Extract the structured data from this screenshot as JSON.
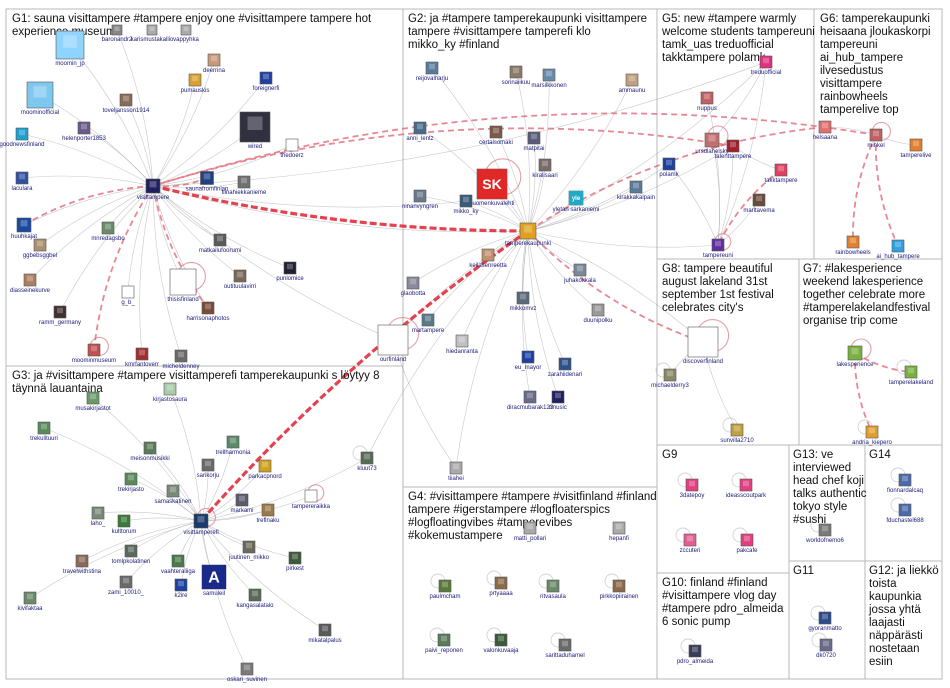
{
  "groups": [
    {
      "id": "G1",
      "lines": [
        "G1: sauna visittampere #tampere enjoy one #visittampere tampere hot",
        "experience museum"
      ]
    },
    {
      "id": "G2",
      "lines": [
        "G2: ja #tampere tamperekaupunki visittampere",
        "tampere #visittampere tamperefi klo",
        "mikko_ky #finland"
      ]
    },
    {
      "id": "G3",
      "lines": [
        "G3: ja #visittampere #tampere visittamperefi tamperekaupunki s löytyy 8",
        "täynnä lauantaina"
      ]
    },
    {
      "id": "G4",
      "lines": [
        "G4: #visittampere #tampere #visitfinland #finland",
        "tampere #igerstampere #logfloaterspics",
        "#logfloatingvibes #tamperevibes",
        "#kokemustampere"
      ]
    },
    {
      "id": "G5",
      "lines": [
        "G5: new #tampere warmly",
        "welcome students tampereuni",
        "tamk_uas treduofficial",
        "takktampere polamk"
      ]
    },
    {
      "id": "G6",
      "lines": [
        "G6: tamperekaupunki",
        "heisaana jloukaskorpi",
        "tampereuni",
        "ai_hub_tampere",
        "ilvesedustus",
        "visittampere",
        "rainbowheels",
        "tamperelive top"
      ]
    },
    {
      "id": "G7",
      "lines": [
        "G7: #lakesperience",
        "weekend lakesperience",
        "together celebrate more",
        "#tamperelakelandfestival",
        "organise trip come"
      ]
    },
    {
      "id": "G8",
      "lines": [
        "G8: tampere beautiful",
        "august lakeland 31st",
        "september 1st festival",
        "celebrates city's"
      ]
    },
    {
      "id": "G9",
      "lines": [
        "G9"
      ]
    },
    {
      "id": "G10",
      "lines": [
        "G10: finland #finland",
        "#visittampere vlog day",
        "#tampere pdro_almeida",
        "6 sonic pump"
      ]
    },
    {
      "id": "G11",
      "lines": [
        "G11"
      ]
    },
    {
      "id": "G12",
      "lines": [
        "G12: ja liekkö",
        "toista",
        "kaupunkia",
        "jossa yhtä",
        "laajasti",
        "näppärästi",
        "nostetaan",
        "esiin"
      ]
    },
    {
      "id": "G13",
      "lines": [
        "G13: ve",
        "interviewed",
        "head chef koji",
        "talks authentic",
        "tokyo style",
        "#sushi"
      ]
    },
    {
      "id": "G14",
      "lines": [
        "G14"
      ]
    }
  ],
  "nodes": [
    {
      "label": "moomin_jp",
      "color": "#8fd3ff"
    },
    {
      "label": "baronandr2",
      "color": "#888888"
    },
    {
      "label": "karismustakallio",
      "color": "#aaaaaa"
    },
    {
      "label": "vappyhka",
      "color": "#aaaaaa"
    },
    {
      "label": "moominofficial",
      "color": "#7ec8f0"
    },
    {
      "label": "toveljansson1914",
      "color": "#8a6a5a"
    },
    {
      "label": "deerrina",
      "color": "#c89a7a"
    },
    {
      "label": "pumauskis",
      "color": "#d9a030"
    },
    {
      "label": "foreignerfi",
      "color": "#2040a0"
    },
    {
      "label": "helenporter1853",
      "color": "#6a5a8a"
    },
    {
      "label": "wired",
      "color": "#303040"
    },
    {
      "label": "goodnewsfinland",
      "color": "#20a0d0"
    },
    {
      "label": "thedoerz",
      "color": "#ffffff"
    },
    {
      "label": "laculara",
      "color": "#3050a0"
    },
    {
      "label": "visittampere",
      "color": "#202060"
    },
    {
      "label": "saunafromfinlan",
      "color": "#204080"
    },
    {
      "label": "tiinahiekkanieme",
      "color": "#707070"
    },
    {
      "label": "huuhkajat",
      "color": "#1a4aa0"
    },
    {
      "label": "mnredagsbo",
      "color": "#6a8a6a"
    },
    {
      "label": "matkailufoorumi",
      "color": "#5a5a5a"
    },
    {
      "label": "punlomice",
      "color": "#202030"
    },
    {
      "label": "ggbebsggbel",
      "color": "#aa9070"
    },
    {
      "label": "diasseinekurve",
      "color": "#aa8060"
    },
    {
      "label": "ramm_germany",
      "color": "#403030"
    },
    {
      "label": "g_b_",
      "color": "#ffffff"
    },
    {
      "label": "thisisfinland",
      "color": "#ffffff"
    },
    {
      "label": "outituulavirri",
      "color": "#7a6a5a"
    },
    {
      "label": "harrisonaphotos",
      "color": "#7a4a3a"
    },
    {
      "label": "moominmuseum",
      "color": "#c05050"
    },
    {
      "label": "kmrfantoverr",
      "color": "#a03030"
    },
    {
      "label": "micheldenney",
      "color": "#6a6a6a"
    },
    {
      "label": "ourfinland",
      "color": "#ffffff"
    },
    {
      "label": "reijovalharju",
      "color": "#5a7a9a"
    },
    {
      "label": "sorinaiikuu",
      "color": "#8a7a6a"
    },
    {
      "label": "marsilkkonen",
      "color": "#6a8aaa"
    },
    {
      "label": "ammaunu",
      "color": "#c0a080"
    },
    {
      "label": "anni_lentz",
      "color": "#4a6a8a"
    },
    {
      "label": "certalsomaki",
      "color": "#7a5a4a"
    },
    {
      "label": "matpitai",
      "color": "#5a5a7a"
    },
    {
      "label": "kiralisaari",
      "color": "#7a6a6a"
    },
    {
      "label": "suomenkuvalehti",
      "color": "#e03030"
    },
    {
      "label": "ninanvyngren",
      "color": "#6a7a8a"
    },
    {
      "label": "mikko_ky",
      "color": "#3a5a7a"
    },
    {
      "label": "yletan sarkaniemi",
      "color": "#20a0c0"
    },
    {
      "label": "kirakkakalpain",
      "color": "#5a7a9a"
    },
    {
      "label": "tamperekaupunki",
      "color": "#e0a020"
    },
    {
      "label": "keilasenreetta",
      "color": "#c09070"
    },
    {
      "label": "juhakokkala",
      "color": "#7a8a9a"
    },
    {
      "label": "glaobotta",
      "color": "#8a8a9a"
    },
    {
      "label": "mikkomvz",
      "color": "#5a6a7a"
    },
    {
      "label": "martampere",
      "color": "#5a7a8a"
    },
    {
      "label": "hiedanranta",
      "color": "#c0c0c0"
    },
    {
      "label": "duunipolku",
      "color": "#9a9a9a"
    },
    {
      "label": "eu_mayor",
      "color": "#2040a0"
    },
    {
      "label": "zarahiidenari",
      "color": "#30508a"
    },
    {
      "label": "diracmubarak123",
      "color": "#6a6a8a"
    },
    {
      "label": "rmusic",
      "color": "#202060"
    },
    {
      "label": "nuppus",
      "color": "#c06060"
    },
    {
      "label": "treduofficial",
      "color": "#e03080"
    },
    {
      "label": "ursulahelsky",
      "color": "#c07070"
    },
    {
      "label": "talenttampere",
      "color": "#a02030"
    },
    {
      "label": "takktampere",
      "color": "#e04060"
    },
    {
      "label": "polamk",
      "color": "#2040a0"
    },
    {
      "label": "marltavema",
      "color": "#6a4a3a"
    },
    {
      "label": "tampereuni",
      "color": "#6030a0"
    },
    {
      "label": "helsaana",
      "color": "#e07070"
    },
    {
      "label": "mihkel",
      "color": "#c06060"
    },
    {
      "label": "tamperelive",
      "color": "#e08030"
    },
    {
      "label": "rainbowheels",
      "color": "#e08030"
    },
    {
      "label": "ai_hub_tampere",
      "color": "#30a0e0"
    },
    {
      "label": "lakesperience",
      "color": "#7ab040"
    },
    {
      "label": "tamperelakeland",
      "color": "#7ab040"
    },
    {
      "label": "discoverfinland",
      "color": "#ffffff"
    },
    {
      "label": "michaelderry3",
      "color": "#8a8a6a"
    },
    {
      "label": "sunvilla2710",
      "color": "#c0a040"
    },
    {
      "label": "andria_kiepero",
      "color": "#e0a030"
    },
    {
      "label": "musakirjastot",
      "color": "#6a9a6a"
    },
    {
      "label": "kirjastosaura",
      "color": "#aaccaa"
    },
    {
      "label": "trekulituuri",
      "color": "#5a8a5a"
    },
    {
      "label": "meisonmusikki",
      "color": "#5a7a5a"
    },
    {
      "label": "trellharmonia",
      "color": "#5a8a6a"
    },
    {
      "label": "sarikorju",
      "color": "#6a6a6a"
    },
    {
      "label": "trekirjasto",
      "color": "#5a8a5a"
    },
    {
      "label": "parkacpnord",
      "color": "#d0a020"
    },
    {
      "label": "samaskatinen",
      "color": "#7a8a7a"
    },
    {
      "label": "tampereraikka",
      "color": "#ffffff"
    },
    {
      "label": "visittamperefi",
      "color": "#1a3a6a"
    },
    {
      "label": "markami",
      "color": "#5a5a6a"
    },
    {
      "label": "treflnaku",
      "color": "#9a7a4a"
    },
    {
      "label": "laho_",
      "color": "#7a8a7a"
    },
    {
      "label": "kulttorum",
      "color": "#3a7a3a"
    },
    {
      "label": "tomlpkolatinen",
      "color": "#5a6a5a"
    },
    {
      "label": "travelwithstina",
      "color": "#8a6a5a"
    },
    {
      "label": "vaahteraliiga",
      "color": "#4a7a4a"
    },
    {
      "label": "zami_10010_",
      "color": "#6a6a6a"
    },
    {
      "label": "k2ire",
      "color": "#2040a0"
    },
    {
      "label": "kivifaktaa",
      "color": "#6a8a6a"
    },
    {
      "label": "samuleil",
      "color": "#1a2a8a"
    },
    {
      "label": "kangasalatalo",
      "color": "#5a6a5a"
    },
    {
      "label": "pirkest",
      "color": "#3a5a3a"
    },
    {
      "label": "mikatalpalus",
      "color": "#5a5a5a"
    },
    {
      "label": "oskari_suvinen",
      "color": "#7a7a7a"
    },
    {
      "label": "kluut73",
      "color": "#5a6a5a"
    },
    {
      "label": "juutinen_mikko",
      "color": "#6a6a5a"
    },
    {
      "label": "tiiahei",
      "color": "#aaaaaa"
    },
    {
      "label": "matti_pollari",
      "color": "#aaaaaa"
    },
    {
      "label": "hepanfi",
      "color": "#aaaaaa"
    },
    {
      "label": "paulmcham",
      "color": "#5a7a3a"
    },
    {
      "label": "prtyaaaa",
      "color": "#8a6a4a"
    },
    {
      "label": "ritvasaula",
      "color": "#6a8a6a"
    },
    {
      "label": "pirkkopiirainen",
      "color": "#8a6a4a"
    },
    {
      "label": "paivi_reponen",
      "color": "#5a7a5a"
    },
    {
      "label": "valonkuvaaja",
      "color": "#3a5a3a"
    },
    {
      "label": "sarittaduhamel",
      "color": "#6a6a6a"
    },
    {
      "label": "3datepoy",
      "color": "#e04080"
    },
    {
      "label": "ideasscoutpark",
      "color": "#e04080"
    },
    {
      "label": "zccuteri",
      "color": "#e06090"
    },
    {
      "label": "pakcafe",
      "color": "#e04080"
    },
    {
      "label": "pdro_almeida",
      "color": "#3a3a5a"
    },
    {
      "label": "worldofnemo6",
      "color": "#7a7a7a"
    },
    {
      "label": "fionnardalcaq",
      "color": "#4a6aaa"
    },
    {
      "label": "fduchastel688",
      "color": "#4a6aaa"
    },
    {
      "label": "gyoranmatto",
      "color": "#2a4a8a"
    },
    {
      "label": "dk0720",
      "color": "#6a6a8a"
    }
  ],
  "logos": [
    "SK",
    "yle",
    "A"
  ]
}
